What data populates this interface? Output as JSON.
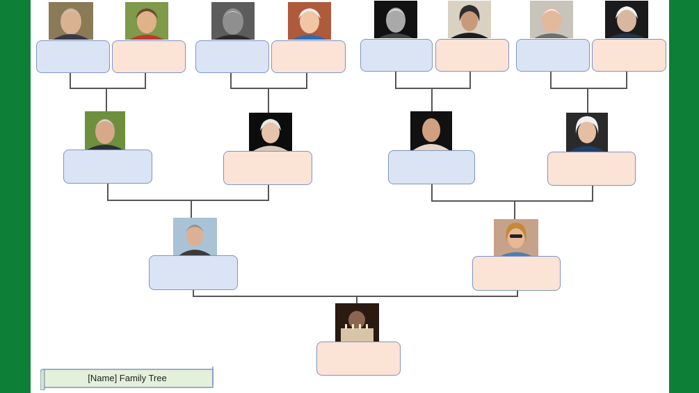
{
  "title": "[Name] Family Tree",
  "colors": {
    "frame_green": "#0e7f36",
    "male_box": "#dbe4f4",
    "female_box": "#fbe3d6",
    "box_border": "#7f93c3",
    "connector": "#555555",
    "title_banner": "#e3f0da"
  },
  "members": [
    {
      "id": "ggp1",
      "sex": "male"
    },
    {
      "id": "ggp2",
      "sex": "female"
    },
    {
      "id": "ggp3",
      "sex": "male"
    },
    {
      "id": "ggp4",
      "sex": "female"
    },
    {
      "id": "ggp5",
      "sex": "male"
    },
    {
      "id": "ggp6",
      "sex": "female"
    },
    {
      "id": "ggp7",
      "sex": "male"
    },
    {
      "id": "ggp8",
      "sex": "female"
    },
    {
      "id": "gp1",
      "sex": "male"
    },
    {
      "id": "gp2",
      "sex": "female"
    },
    {
      "id": "gp3",
      "sex": "male"
    },
    {
      "id": "gp4",
      "sex": "female"
    },
    {
      "id": "p1",
      "sex": "male"
    },
    {
      "id": "p2",
      "sex": "female"
    },
    {
      "id": "child",
      "sex": "female"
    }
  ]
}
